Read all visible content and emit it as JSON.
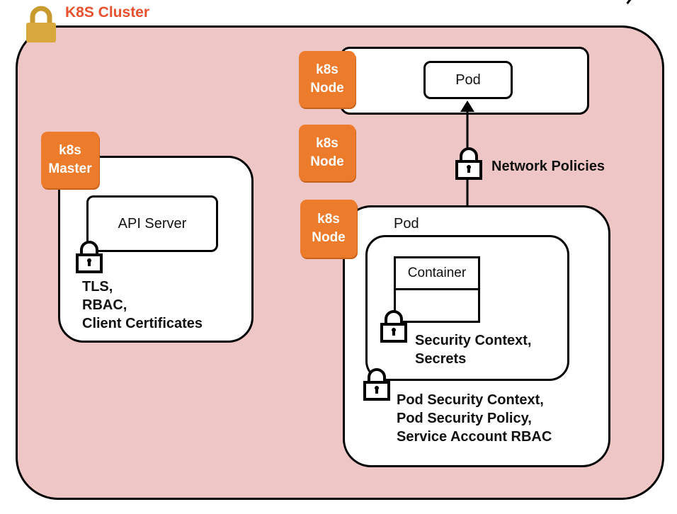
{
  "cluster": {
    "title": "K8S Cluster"
  },
  "badges": {
    "master": "k8s\nMaster",
    "node1": "k8s\nNode",
    "node2": "k8s\nNode",
    "node3": "k8s\nNode"
  },
  "master_box": {
    "api_server": "API Server",
    "security": "TLS,\nRBAC,\nClient Certificates"
  },
  "node1_box": {
    "pod": "Pod"
  },
  "network": {
    "label": "Network Policies"
  },
  "node3_box": {
    "pod_label": "Pod",
    "container": "Container",
    "container_security": "Security Context,\nSecrets",
    "pod_security": "Pod Security Context,\nPod Security Policy,\nService Account RBAC"
  },
  "colors": {
    "cluster_fill": "#efc6c6",
    "badge": "#ec7c2c",
    "title": "#e8502e",
    "lock_cluster": "#d8a83c"
  }
}
